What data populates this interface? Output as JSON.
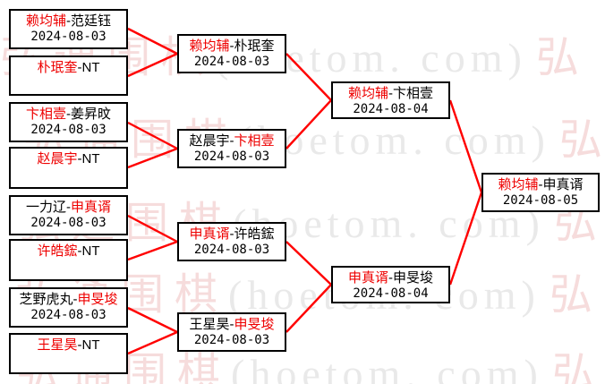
{
  "colors": {
    "win_text": "#ee0000",
    "normal_text": "#000000",
    "line": "#ff0000",
    "box_border": "#000000",
    "wm_cjk": "#f6dcdc",
    "wm_latin": "#e9e9e9"
  },
  "watermark": {
    "cjk": "弘通围棋",
    "latin": "(hoetom. com)",
    "partial": "弘"
  },
  "bracket": {
    "round1": [
      {
        "p1": {
          "text": "赖均辅",
          "color": "#ee0000"
        },
        "p2": {
          "text": "-范廷钰",
          "color": "#000000"
        },
        "date": "2024-08-03"
      },
      {
        "p1": {
          "text": "朴珉奎",
          "color": "#ee0000"
        },
        "p2": {
          "text": "-NT",
          "color": "#000000"
        },
        "date": ""
      },
      {
        "p1": {
          "text": "卞相壹",
          "color": "#ee0000"
        },
        "p2": {
          "text": "-姜昇旼",
          "color": "#000000"
        },
        "date": "2024-08-03"
      },
      {
        "p1": {
          "text": "赵晨宇",
          "color": "#ee0000"
        },
        "p2": {
          "text": "-NT",
          "color": "#000000"
        },
        "date": ""
      },
      {
        "p1": {
          "text": "一力辽-",
          "color": "#000000"
        },
        "p2": {
          "text": "申真谞",
          "color": "#ee0000"
        },
        "date": "2024-08-03"
      },
      {
        "p1": {
          "text": "许皓鋐",
          "color": "#ee0000"
        },
        "p2": {
          "text": "-NT",
          "color": "#000000"
        },
        "date": ""
      },
      {
        "p1": {
          "text": "芝野虎丸-",
          "color": "#000000"
        },
        "p2": {
          "text": "申旻埈",
          "color": "#ee0000"
        },
        "date": "2024-08-03"
      },
      {
        "p1": {
          "text": "王星昊",
          "color": "#ee0000"
        },
        "p2": {
          "text": "-NT",
          "color": "#000000"
        },
        "date": ""
      }
    ],
    "round2": [
      {
        "p1": {
          "text": "赖均辅",
          "color": "#ee0000"
        },
        "p2": {
          "text": "-朴珉奎",
          "color": "#000000"
        },
        "date": "2024-08-03"
      },
      {
        "p1": {
          "text": "赵晨宇-",
          "color": "#000000"
        },
        "p2": {
          "text": "卞相壹",
          "color": "#ee0000"
        },
        "date": "2024-08-03"
      },
      {
        "p1": {
          "text": "申真谞",
          "color": "#ee0000"
        },
        "p2": {
          "text": "-许皓鋐",
          "color": "#000000"
        },
        "date": "2024-08-03"
      },
      {
        "p1": {
          "text": "王星昊-",
          "color": "#000000"
        },
        "p2": {
          "text": "申旻埈",
          "color": "#ee0000"
        },
        "date": "2024-08-03"
      }
    ],
    "semifinals": [
      {
        "p1": {
          "text": "赖均辅",
          "color": "#ee0000"
        },
        "p2": {
          "text": "-卞相壹",
          "color": "#000000"
        },
        "date": "2024-08-04"
      },
      {
        "p1": {
          "text": "申真谞",
          "color": "#ee0000"
        },
        "p2": {
          "text": "-申旻埈",
          "color": "#000000"
        },
        "date": "2024-08-04"
      }
    ],
    "final": {
      "p1": {
        "text": "赖均辅",
        "color": "#ee0000"
      },
      "p2": {
        "text": "-申真谞",
        "color": "#000000"
      },
      "date": "2024-08-05"
    }
  }
}
